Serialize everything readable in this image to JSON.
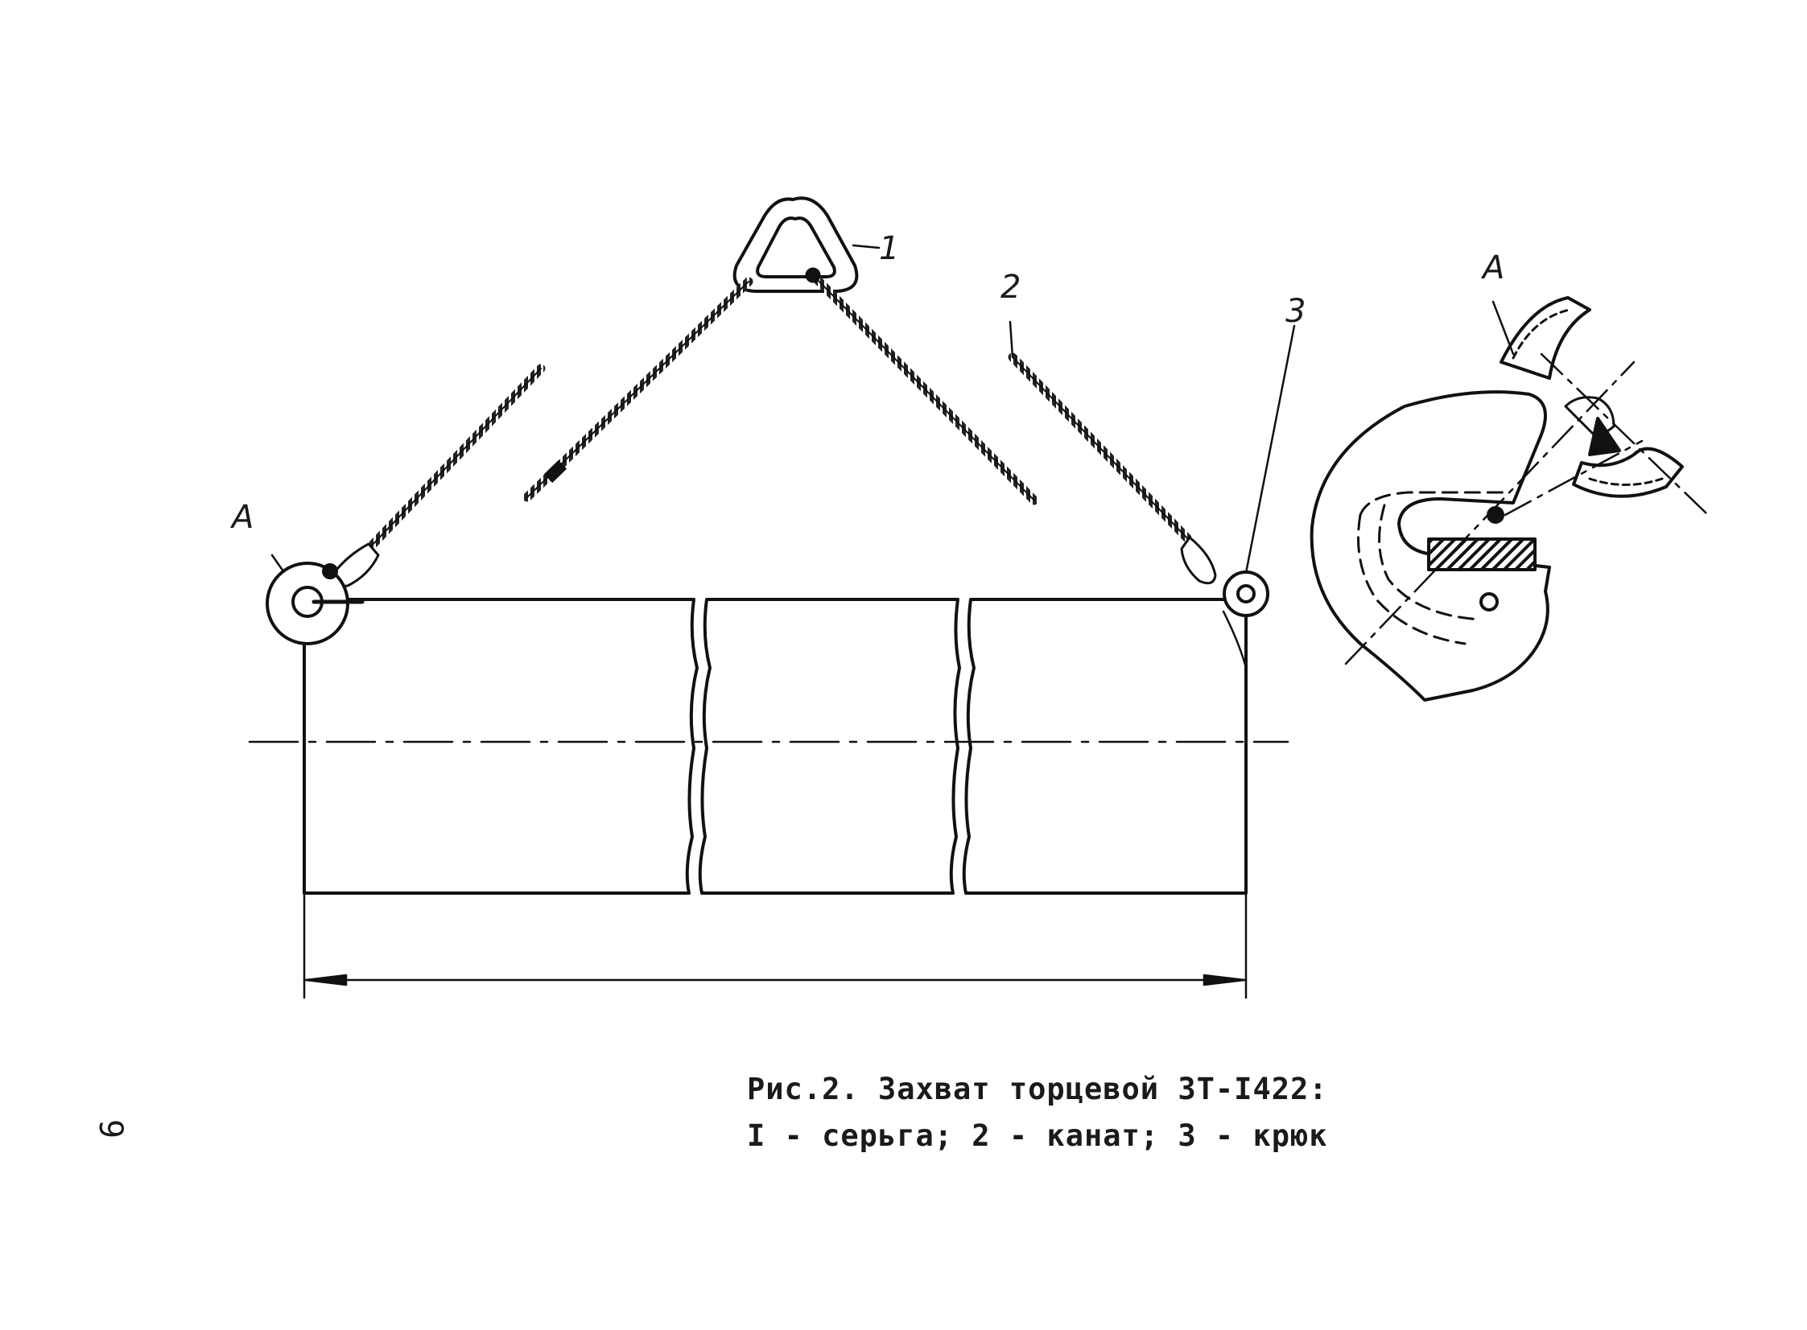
{
  "labels": {
    "part1": "1",
    "part2": "2",
    "part3": "3",
    "view_left": "A",
    "view_detail": "A"
  },
  "caption": {
    "line1": "Рис.2. Захват торцевой ЗТ-I422:",
    "line2": "I - серьга; 2 - канат; 3 - крюк"
  },
  "page_number": "9"
}
